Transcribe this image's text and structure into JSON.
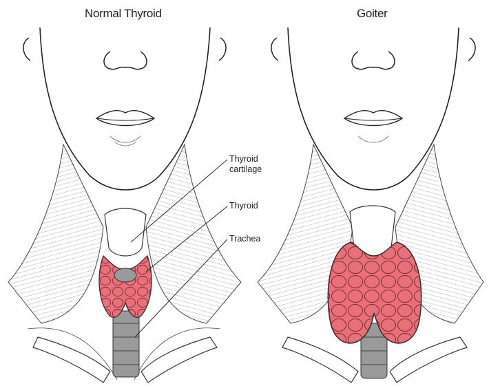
{
  "panels": {
    "left": {
      "title": "Normal Thyroid"
    },
    "right": {
      "title": "Goiter"
    }
  },
  "labels": {
    "thyroid_cartilage_line1": "Thyroid",
    "thyroid_cartilage_line2": "cartilage",
    "thyroid": "Thyroid",
    "trachea": "Trachea"
  },
  "colors": {
    "thyroid_tissue": "#e8707a",
    "thyroid_outline": "#3a2a2a",
    "trachea_gray": "#9a9a9a",
    "line": "#2a2a2a"
  }
}
